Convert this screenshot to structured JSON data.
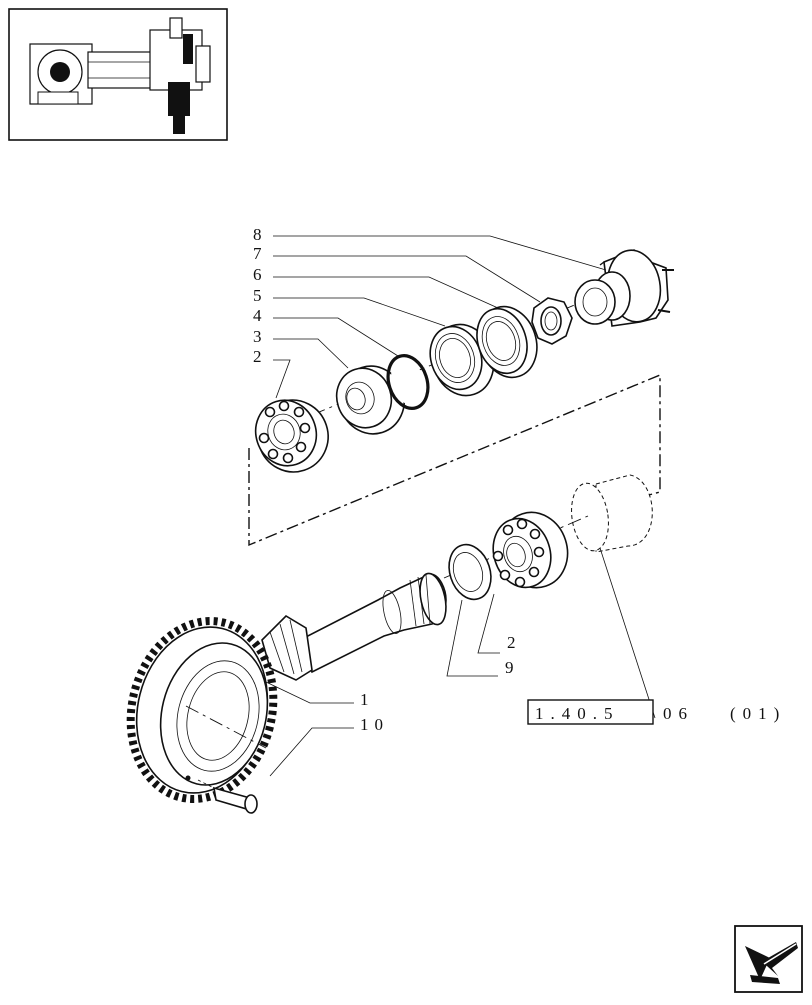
{
  "thumbnail": {
    "icon": "axle-assembly-icon"
  },
  "callouts": [
    {
      "id": "8",
      "text": "8"
    },
    {
      "id": "7",
      "text": "7"
    },
    {
      "id": "6",
      "text": "6"
    },
    {
      "id": "5",
      "text": "5"
    },
    {
      "id": "4",
      "text": "4"
    },
    {
      "id": "3",
      "text": "3"
    },
    {
      "id": "2a",
      "text": "2"
    },
    {
      "id": "2b",
      "text": "2"
    },
    {
      "id": "9",
      "text": "9"
    },
    {
      "id": "1",
      "text": "1"
    },
    {
      "id": "10",
      "text": "10"
    }
  ],
  "reference": {
    "code": "1.40.5",
    "suffix": "06",
    "revision": "(01)"
  },
  "nav": {
    "icon": "next-page-arrow-icon"
  }
}
